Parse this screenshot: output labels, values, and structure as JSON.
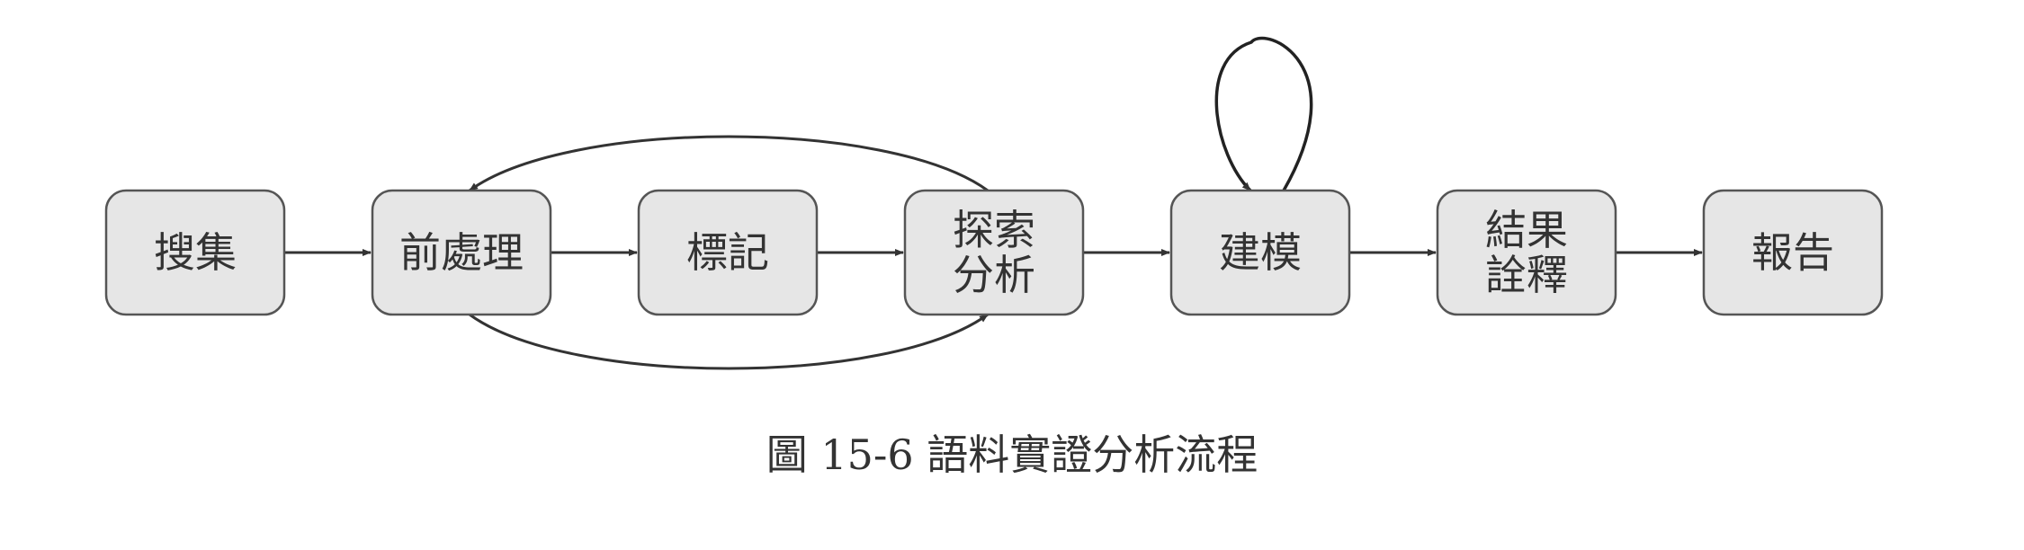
{
  "diagram": {
    "nodes": [
      {
        "id": "collect",
        "lines": [
          "搜集"
        ]
      },
      {
        "id": "preprocess",
        "lines": [
          "前處理"
        ]
      },
      {
        "id": "annotate",
        "lines": [
          "標記"
        ]
      },
      {
        "id": "explore",
        "lines": [
          "探索",
          "分析"
        ]
      },
      {
        "id": "model",
        "lines": [
          "建模"
        ]
      },
      {
        "id": "interpret",
        "lines": [
          "結果",
          "詮釋"
        ]
      },
      {
        "id": "report",
        "lines": [
          "報告"
        ]
      }
    ],
    "edges": [
      {
        "from": "collect",
        "to": "preprocess"
      },
      {
        "from": "preprocess",
        "to": "annotate"
      },
      {
        "from": "annotate",
        "to": "explore"
      },
      {
        "from": "explore",
        "to": "model"
      },
      {
        "from": "model",
        "to": "interpret"
      },
      {
        "from": "interpret",
        "to": "report"
      },
      {
        "from": "explore",
        "to": "preprocess",
        "style": "arc-top"
      },
      {
        "from": "preprocess",
        "to": "explore",
        "style": "arc-bottom"
      },
      {
        "from": "model",
        "to": "model",
        "style": "self-loop"
      }
    ],
    "colors": {
      "node_fill": "#e6e6e6",
      "node_border": "#555555",
      "edge": "#333333",
      "text": "#333333"
    }
  },
  "caption": "圖 15-6 語料實證分析流程"
}
